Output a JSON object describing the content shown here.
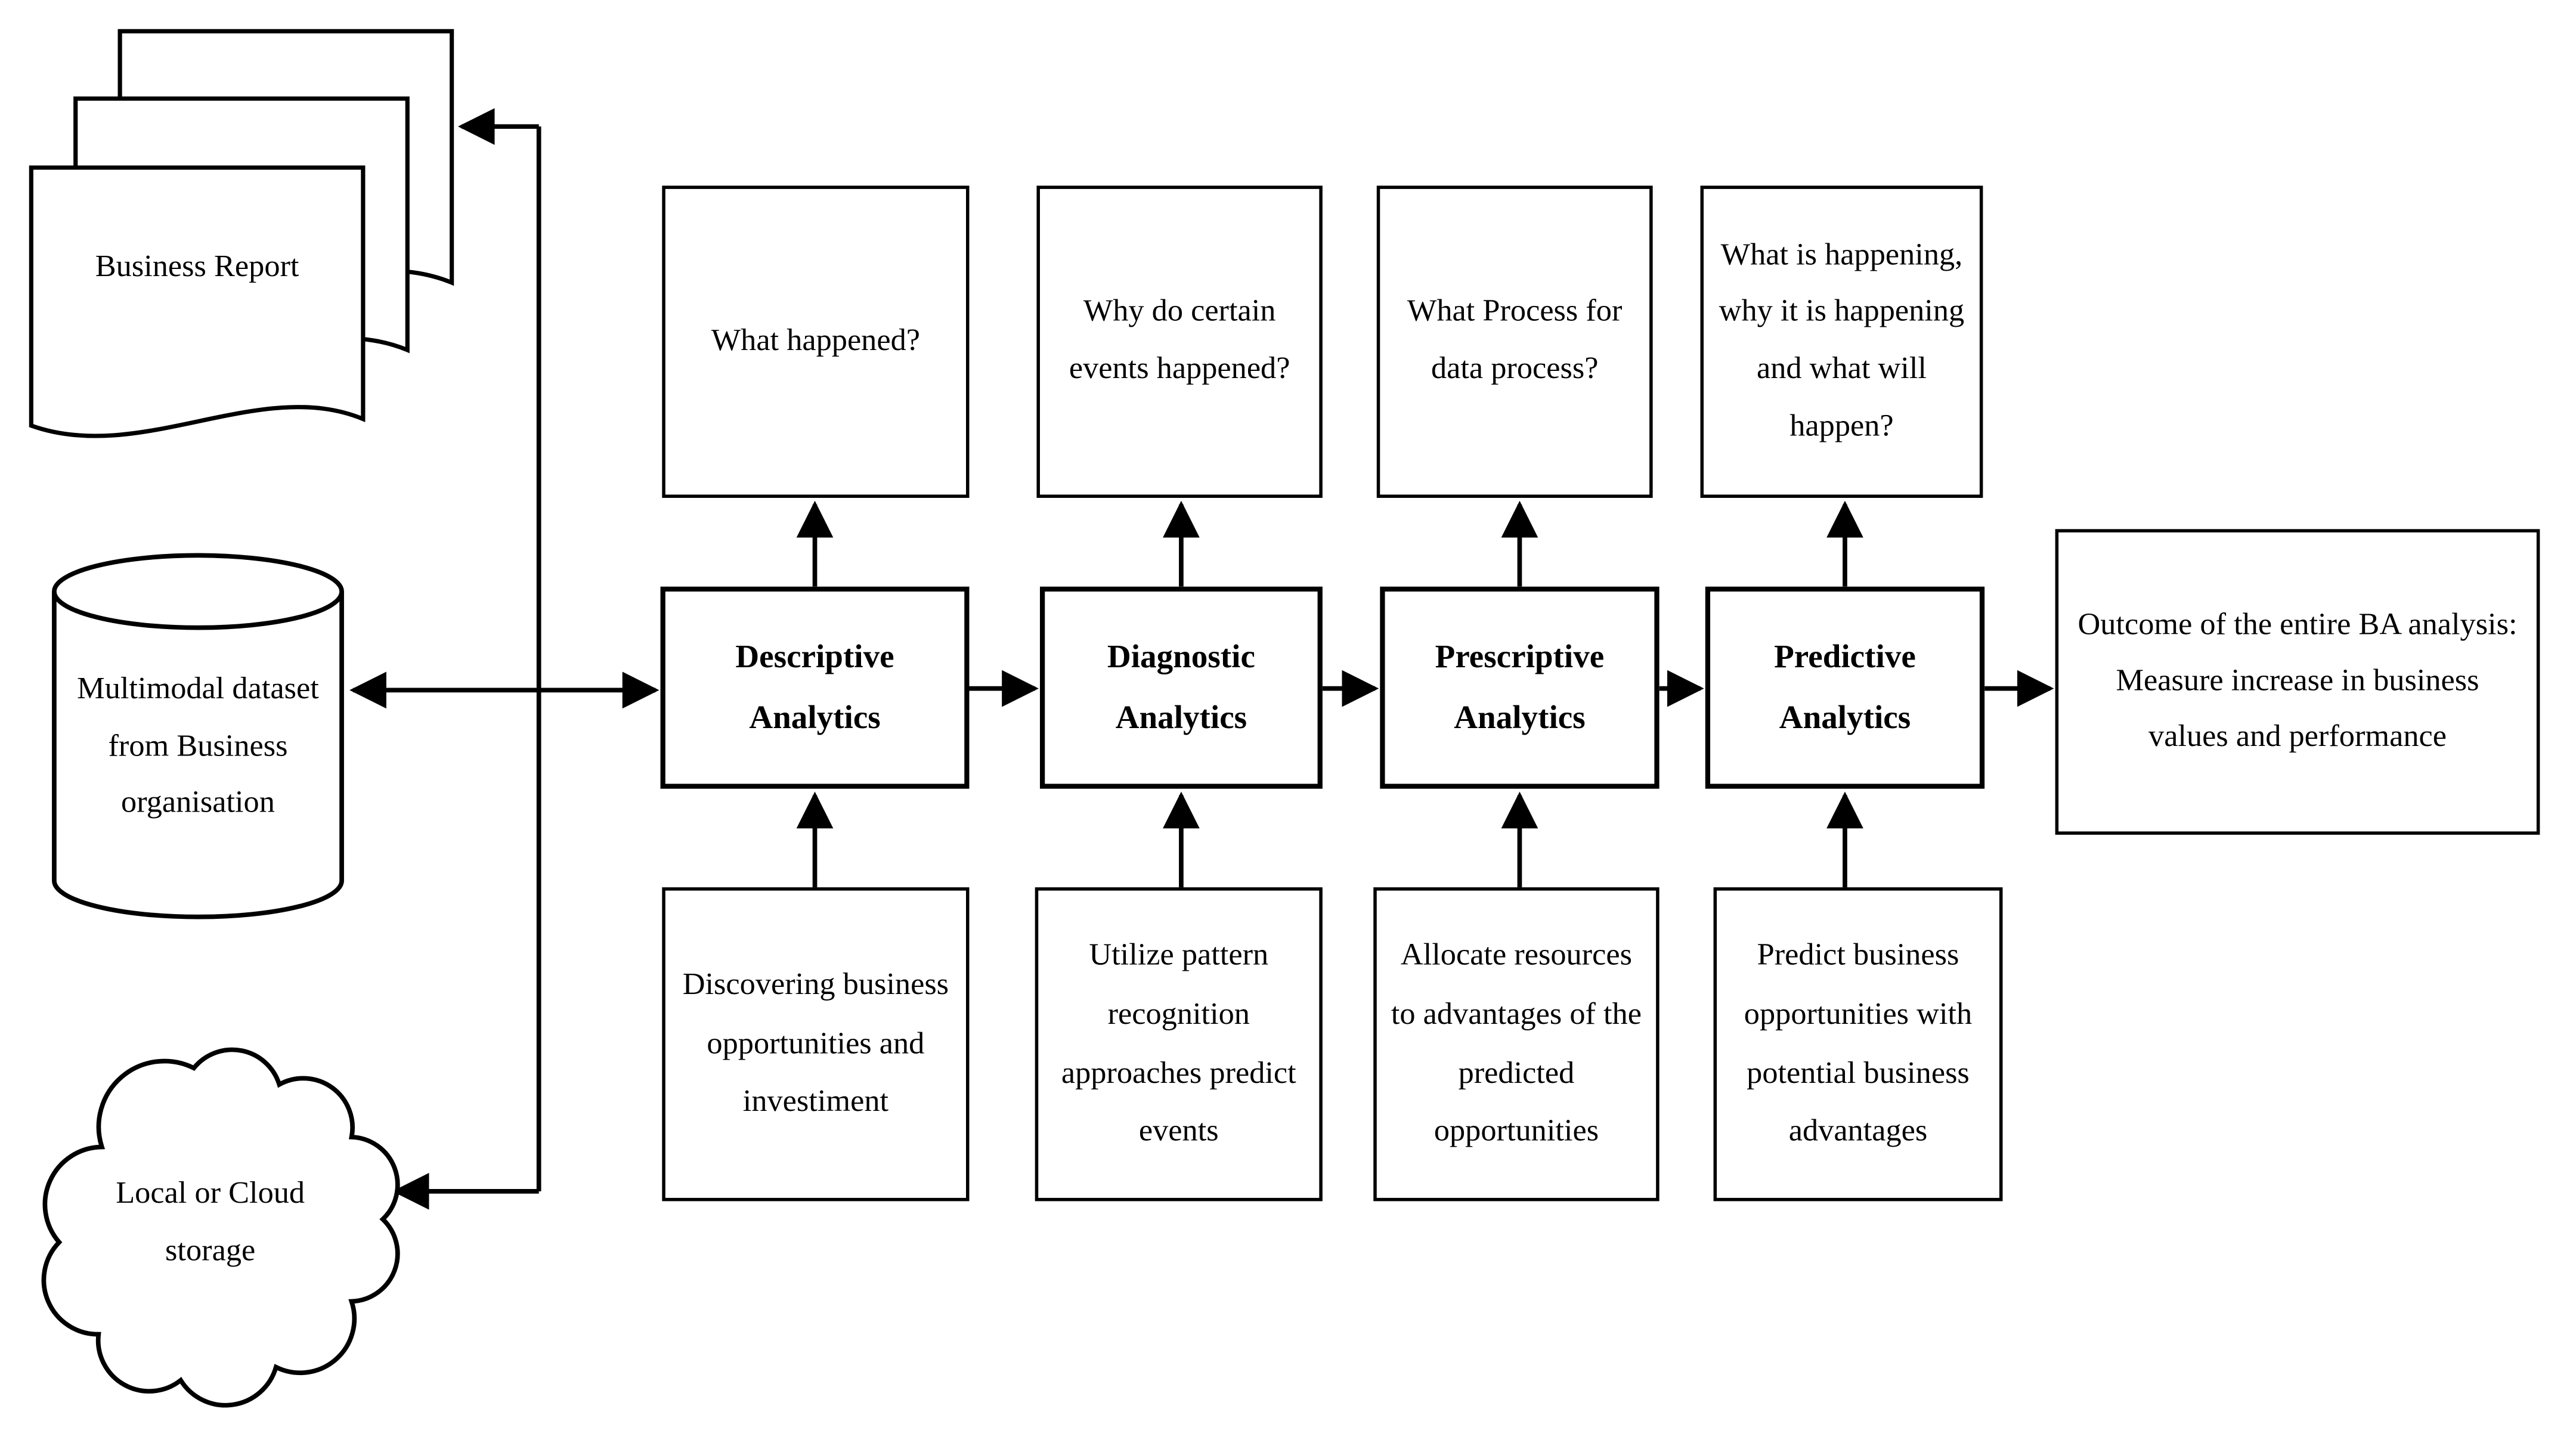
{
  "diagram": {
    "inputs": {
      "business_report": {
        "label": "Business Report"
      },
      "dataset": {
        "label": "Multimodal dataset from Business organisation"
      },
      "storage": {
        "label": "Local or Cloud storage"
      }
    },
    "stages": [
      {
        "question": "What happened?",
        "name": "Descriptive Analytics",
        "activity": "Discovering business opportunities and investiment"
      },
      {
        "question": "Why do certain events happened?",
        "name": "Diagnostic Analytics",
        "activity": "Utilize pattern recognition approaches predict events"
      },
      {
        "question": "What Process for data process?",
        "name": "Prescriptive Analytics",
        "activity": "Allocate resources to advantages of the predicted opportunities"
      },
      {
        "question": "What is happening, why it is happening and what will happen?",
        "name": "Predictive Analytics",
        "activity": "Predict business opportunities with potential business advantages"
      }
    ],
    "outcome": {
      "label": "Outcome of the entire BA analysis: Measure increase in business values and performance"
    },
    "colors": {
      "line": "#000000",
      "box_fill": "#ffffff",
      "background": "#ffffff"
    }
  }
}
